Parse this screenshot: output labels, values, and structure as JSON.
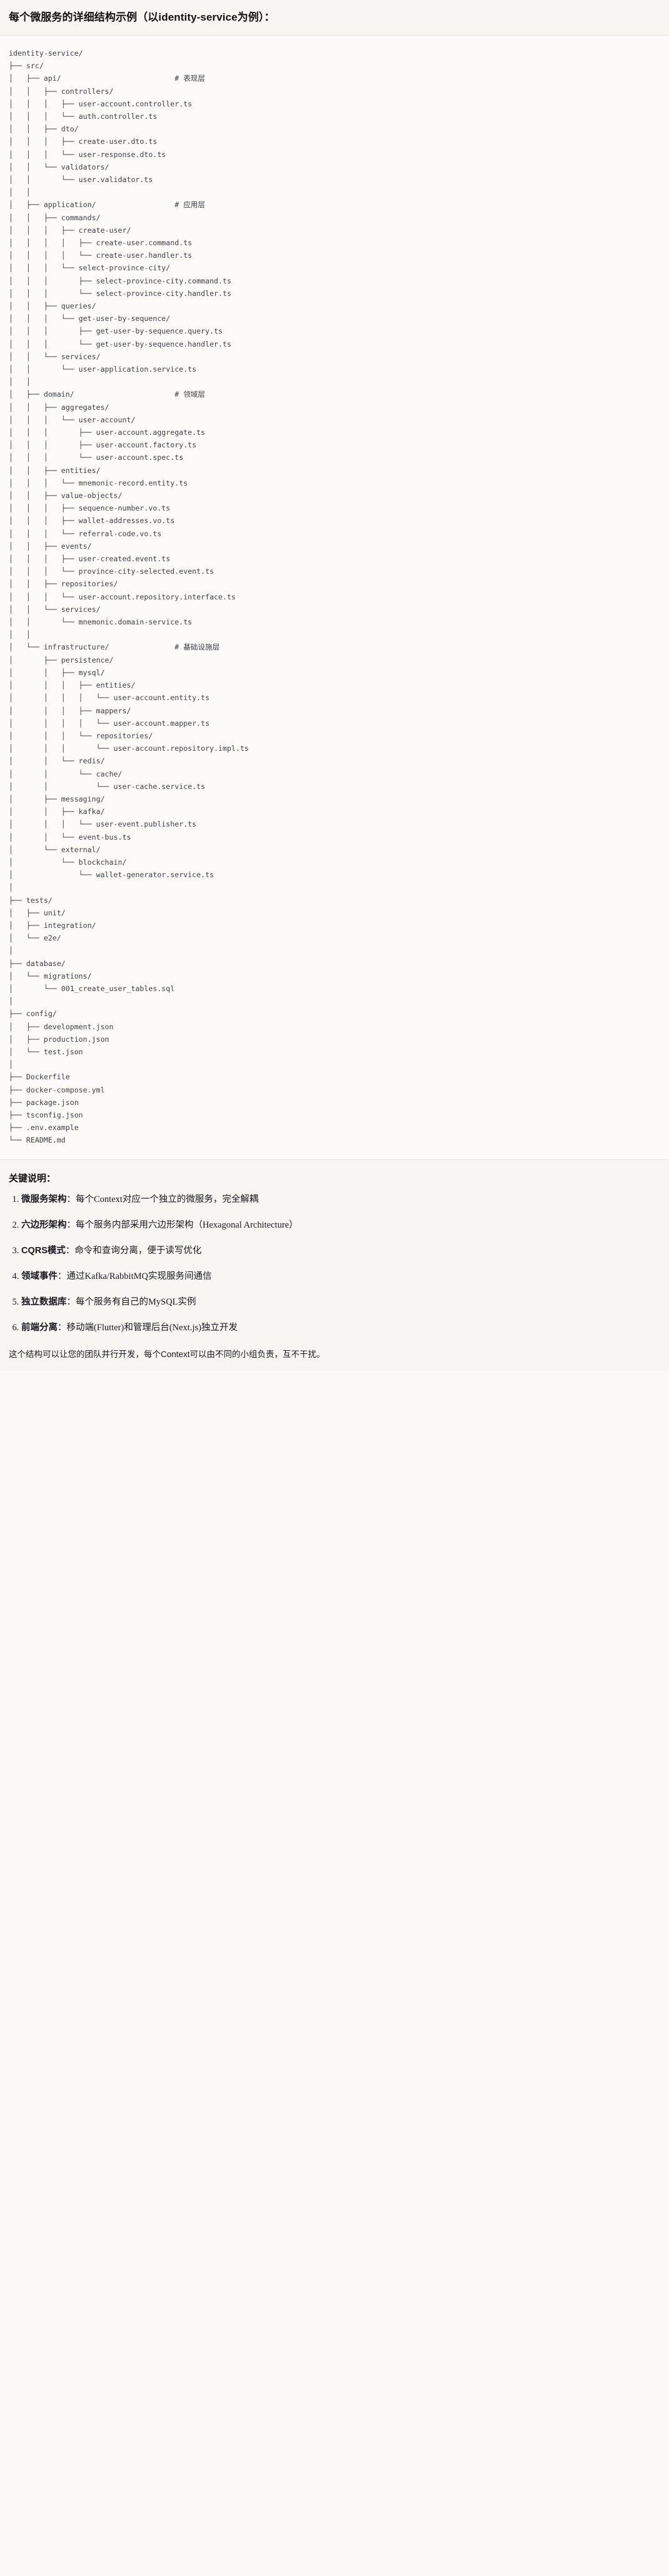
{
  "document": {
    "heading": "每个微服务的详细结构示例（以identity-service为例）：",
    "tree_block": {
      "root": "identity-service/",
      "language": "text",
      "comments": {
        "api": "# 表现层",
        "application": "# 应用层",
        "domain": "# 领域层",
        "infrastructure": "# 基础设施层"
      },
      "lines": [
        "identity-service/",
        "├── src/",
        "│   ├── api/                          # 表现层",
        "│   │   ├── controllers/",
        "│   │   │   ├── user-account.controller.ts",
        "│   │   │   └── auth.controller.ts",
        "│   │   ├── dto/",
        "│   │   │   ├── create-user.dto.ts",
        "│   │   │   └── user-response.dto.ts",
        "│   │   └── validators/",
        "│   │       └── user.validator.ts",
        "│   │",
        "│   ├── application/                  # 应用层",
        "│   │   ├── commands/",
        "│   │   │   ├── create-user/",
        "│   │   │   │   ├── create-user.command.ts",
        "│   │   │   │   └── create-user.handler.ts",
        "│   │   │   └── select-province-city/",
        "│   │   │       ├── select-province-city.command.ts",
        "│   │   │       └── select-province-city.handler.ts",
        "│   │   ├── queries/",
        "│   │   │   └── get-user-by-sequence/",
        "│   │   │       ├── get-user-by-sequence.query.ts",
        "│   │   │       └── get-user-by-sequence.handler.ts",
        "│   │   └── services/",
        "│   │       └── user-application.service.ts",
        "│   │",
        "│   ├── domain/                       # 领域层",
        "│   │   ├── aggregates/",
        "│   │   │   └── user-account/",
        "│   │   │       ├── user-account.aggregate.ts",
        "│   │   │       ├── user-account.factory.ts",
        "│   │   │       └── user-account.spec.ts",
        "│   │   ├── entities/",
        "│   │   │   └── mnemonic-record.entity.ts",
        "│   │   ├── value-objects/",
        "│   │   │   ├── sequence-number.vo.ts",
        "│   │   │   ├── wallet-addresses.vo.ts",
        "│   │   │   └── referral-code.vo.ts",
        "│   │   ├── events/",
        "│   │   │   ├── user-created.event.ts",
        "│   │   │   └── province-city-selected.event.ts",
        "│   │   ├── repositories/",
        "│   │   │   └── user-account.repository.interface.ts",
        "│   │   └── services/",
        "│   │       └── mnemonic.domain-service.ts",
        "│   │",
        "│   └── infrastructure/               # 基础设施层",
        "│       ├── persistence/",
        "│       │   ├── mysql/",
        "│       │   │   ├── entities/",
        "│       │   │   │   └── user-account.entity.ts",
        "│       │   │   ├── mappers/",
        "│       │   │   │   └── user-account.mapper.ts",
        "│       │   │   └── repositories/",
        "│       │   │       └── user-account.repository.impl.ts",
        "│       │   └── redis/",
        "│       │       └── cache/",
        "│       │           └── user-cache.service.ts",
        "│       ├── messaging/",
        "│       │   ├── kafka/",
        "│       │   │   └── user-event.publisher.ts",
        "│       │   └── event-bus.ts",
        "│       └── external/",
        "│           └── blockchain/",
        "│               └── wallet-generator.service.ts",
        "│",
        "├── tests/",
        "│   ├── unit/",
        "│   ├── integration/",
        "│   └── e2e/",
        "│",
        "├── database/",
        "│   └── migrations/",
        "│       └── 001_create_user_tables.sql",
        "│",
        "├── config/",
        "│   ├── development.json",
        "│   ├── production.json",
        "│   └── test.json",
        "│",
        "├── Dockerfile",
        "├── docker-compose.yml",
        "├── package.json",
        "├── tsconfig.json",
        "├── .env.example",
        "└── README.md"
      ]
    },
    "notes": {
      "title": "关键说明：",
      "items": [
        {
          "term": "微服务架构",
          "sep": "：",
          "desc": "每个Context对应一个独立的微服务，完全解耦"
        },
        {
          "term": "六边形架构",
          "sep": "：",
          "desc": "每个服务内部采用六边形架构（Hexagonal Architecture）"
        },
        {
          "term": "CQRS模式",
          "sep": "：",
          "desc": "命令和查询分离，便于读写优化"
        },
        {
          "term": "领域事件",
          "sep": "：",
          "desc": "通过Kafka/RabbitMQ实现服务间通信"
        },
        {
          "term": "独立数据库",
          "sep": "：",
          "desc": "每个服务有自己的MySQL实例"
        },
        {
          "term": "前端分离",
          "sep": "：",
          "desc": "移动端(Flutter)和管理后台(Next.js)独立开发"
        }
      ],
      "closing": "这个结构可以让您的团队并行开发，每个Context可以由不同的小组负责，互不干扰。"
    }
  }
}
